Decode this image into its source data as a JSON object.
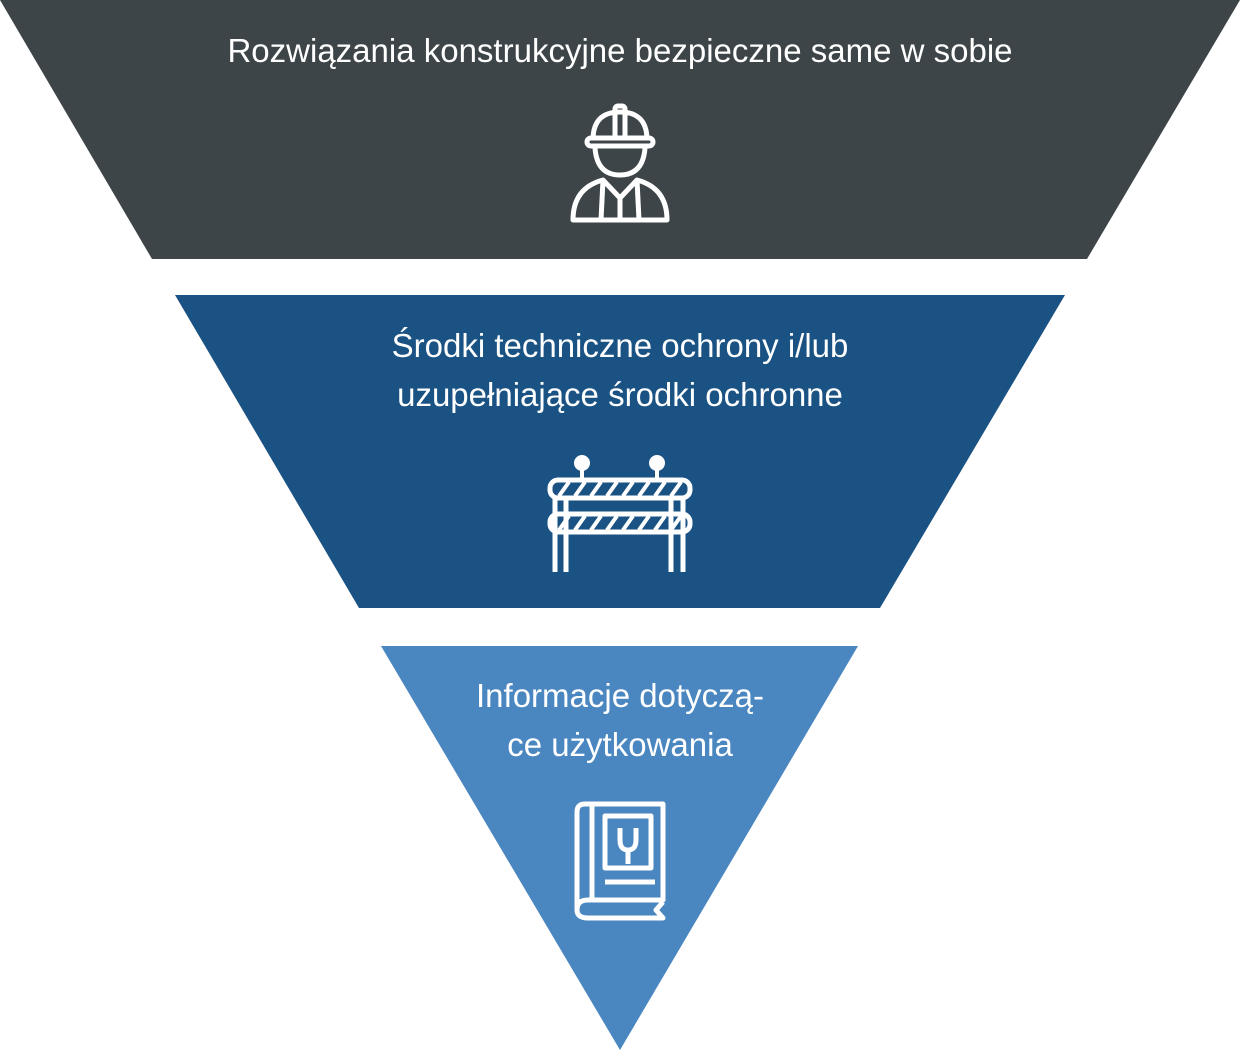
{
  "levels": [
    {
      "label": "Rozwiązania konstrukcyjne bezpieczne same w sobie",
      "icon": "worker-hardhat-icon",
      "color": "#3d4548"
    },
    {
      "label_line1": "Środki techniczne ochrony i/lub",
      "label_line2": "uzupełniające środki ochronne",
      "icon": "barrier-icon",
      "color": "#1a5283"
    },
    {
      "label_line1": "Informacje dotyczą-",
      "label_line2": "ce użytkowania",
      "icon": "manual-book-wrench-icon",
      "color": "#4a86c0"
    }
  ]
}
